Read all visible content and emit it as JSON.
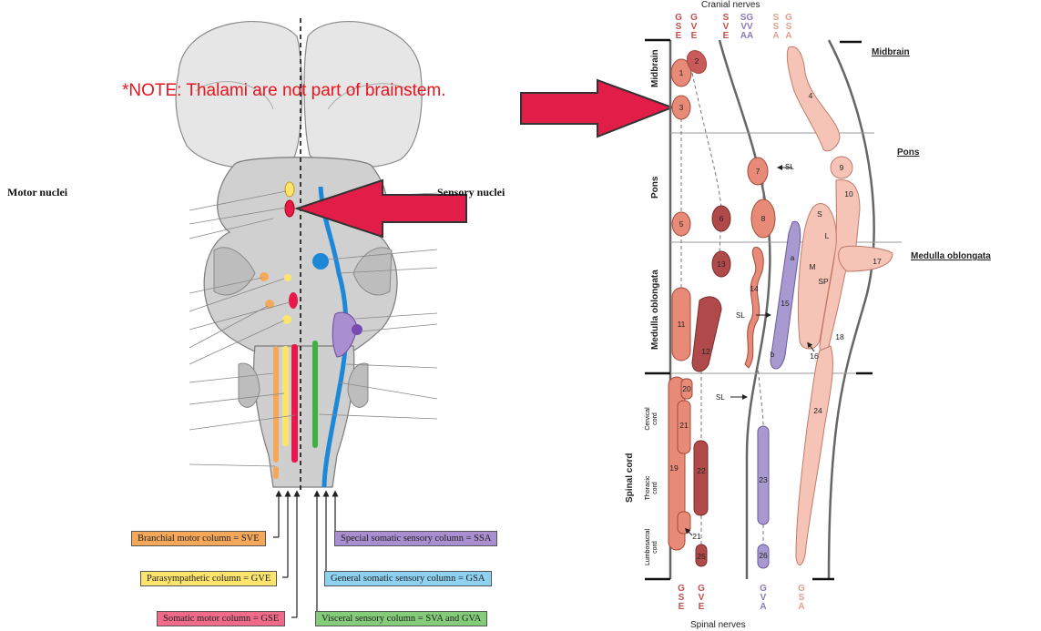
{
  "left_figure": {
    "note": "*NOTE: Thalami are not part of brainstem.",
    "motor_heading": "Motor nuclei",
    "sensory_heading": "Sensory nuclei",
    "legend": [
      {
        "key": "svc",
        "text": "Branchial motor column = SVE",
        "color": "#f6a85a"
      },
      {
        "key": "para",
        "text": "Parasympathetic column = GVE",
        "color": "#fde46c"
      },
      {
        "key": "som",
        "text": "Somatic motor column = GSE",
        "color": "#f06b8a"
      },
      {
        "key": "ssa",
        "text": "Special somatic sensory column = SSA",
        "color": "#a98ed0"
      },
      {
        "key": "gsa",
        "text": "General somatic sensory column = GSA",
        "color": "#8ed1f0"
      },
      {
        "key": "vis",
        "text": "Visceral sensory column = SVA and GVA",
        "color": "#84cc7a"
      }
    ]
  },
  "right_figure": {
    "top_title": "Cranial nerves",
    "bottom_title": "Spinal nerves",
    "top_cols": [
      {
        "l1": "G",
        "l2": "S",
        "l3": "E",
        "color": "#c0504d"
      },
      {
        "l1": "G",
        "l2": "V",
        "l3": "E",
        "color": "#c0504d"
      },
      {
        "l1": "S",
        "l2": "V",
        "l3": "E",
        "color": "#c0504d"
      },
      {
        "l1": "SG",
        "l2": "VV",
        "l3": "AA",
        "color": "#8b7ab8"
      },
      {
        "l1": "S",
        "l2": "S",
        "l3": "A",
        "color": "#e0a090"
      },
      {
        "l1": "G",
        "l2": "S",
        "l3": "A",
        "color": "#e0a090"
      }
    ],
    "bottom_cols": [
      {
        "l1": "G",
        "l2": "S",
        "l3": "E"
      },
      {
        "l1": "G",
        "l2": "V",
        "l3": "E"
      },
      {
        "l1": "G",
        "l2": "V",
        "l3": "A"
      },
      {
        "l1": "G",
        "l2": "S",
        "l3": "A"
      }
    ],
    "regions_left": [
      "Midbrain",
      "Pons",
      "Medulla oblongata",
      "Spinal cord"
    ],
    "spinal_sub": [
      "Cervical cord",
      "Thoracic cord",
      "Lumbosacral cord"
    ],
    "regions_right": [
      "Midbrain",
      "Pons",
      "Medulla oblongata"
    ],
    "sl_label": "SL",
    "nuclei": [
      "1",
      "2",
      "3",
      "4",
      "5",
      "6",
      "7",
      "8",
      "9",
      "10",
      "11",
      "12",
      "13",
      "14",
      "15",
      "16",
      "17",
      "18",
      "19",
      "20",
      "21",
      "21",
      "22",
      "23",
      "24",
      "25",
      "26"
    ],
    "letters": [
      "a",
      "b",
      "S",
      "L",
      "M",
      "SP"
    ]
  }
}
